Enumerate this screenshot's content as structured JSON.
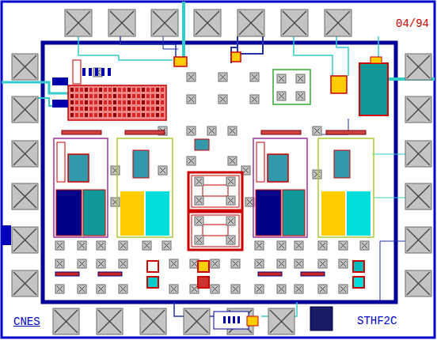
{
  "diagram": {
    "labels": [
      "04/94",
      "CNES",
      "STHF2C"
    ]
  }
}
